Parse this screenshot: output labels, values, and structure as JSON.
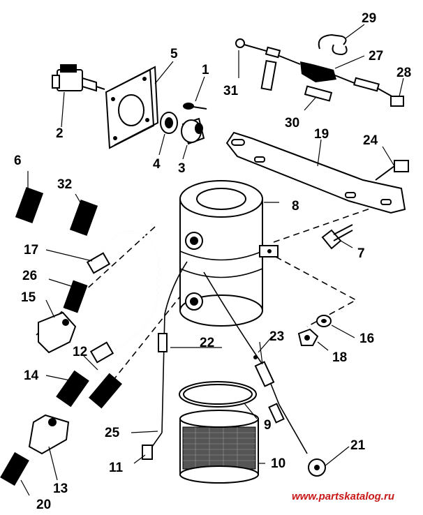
{
  "diagram": {
    "part_numbers": {
      "p1": "1",
      "p2": "2",
      "p3": "3",
      "p4": "4",
      "p5": "5",
      "p6": "6",
      "p7": "7",
      "p8": "8",
      "p9": "9",
      "p10": "10",
      "p11": "11",
      "p12": "12",
      "p13": "13",
      "p14": "14",
      "p15": "15",
      "p16": "16",
      "p17": "17",
      "p18": "18",
      "p19": "19",
      "p20": "20",
      "p21": "21",
      "p22": "22",
      "p23": "23",
      "p24": "24",
      "p25": "25",
      "p26": "26",
      "p27": "27",
      "p28": "28",
      "p29": "29",
      "p30": "30",
      "p31": "31",
      "p32": "32"
    },
    "watermark": "www.partskatalog.ru"
  }
}
